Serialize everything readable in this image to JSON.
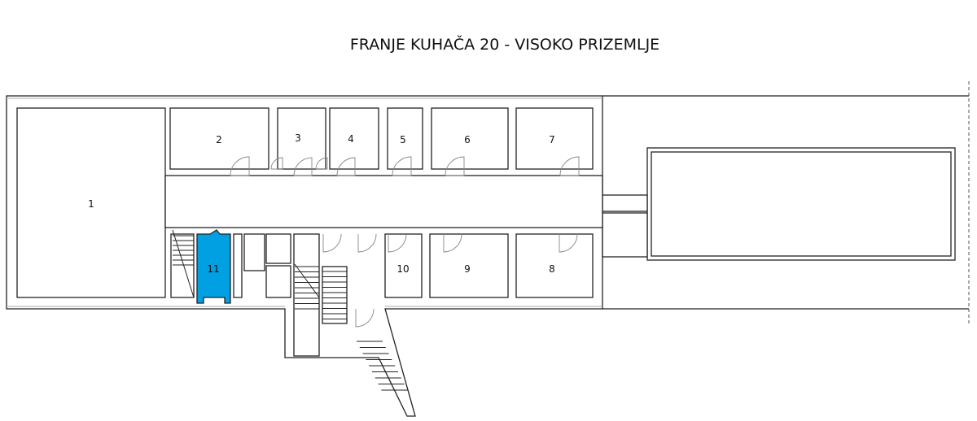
{
  "title": "FRANJE KUHAČA 20 - VISOKO PRIZEMLJE",
  "highlight_color": "#00a0e3",
  "rooms": [
    {
      "label": "1"
    },
    {
      "label": "2"
    },
    {
      "label": "3"
    },
    {
      "label": "4"
    },
    {
      "label": "5"
    },
    {
      "label": "6"
    },
    {
      "label": "7"
    },
    {
      "label": "8"
    },
    {
      "label": "9"
    },
    {
      "label": "10"
    },
    {
      "label": "11",
      "highlighted": true
    }
  ]
}
